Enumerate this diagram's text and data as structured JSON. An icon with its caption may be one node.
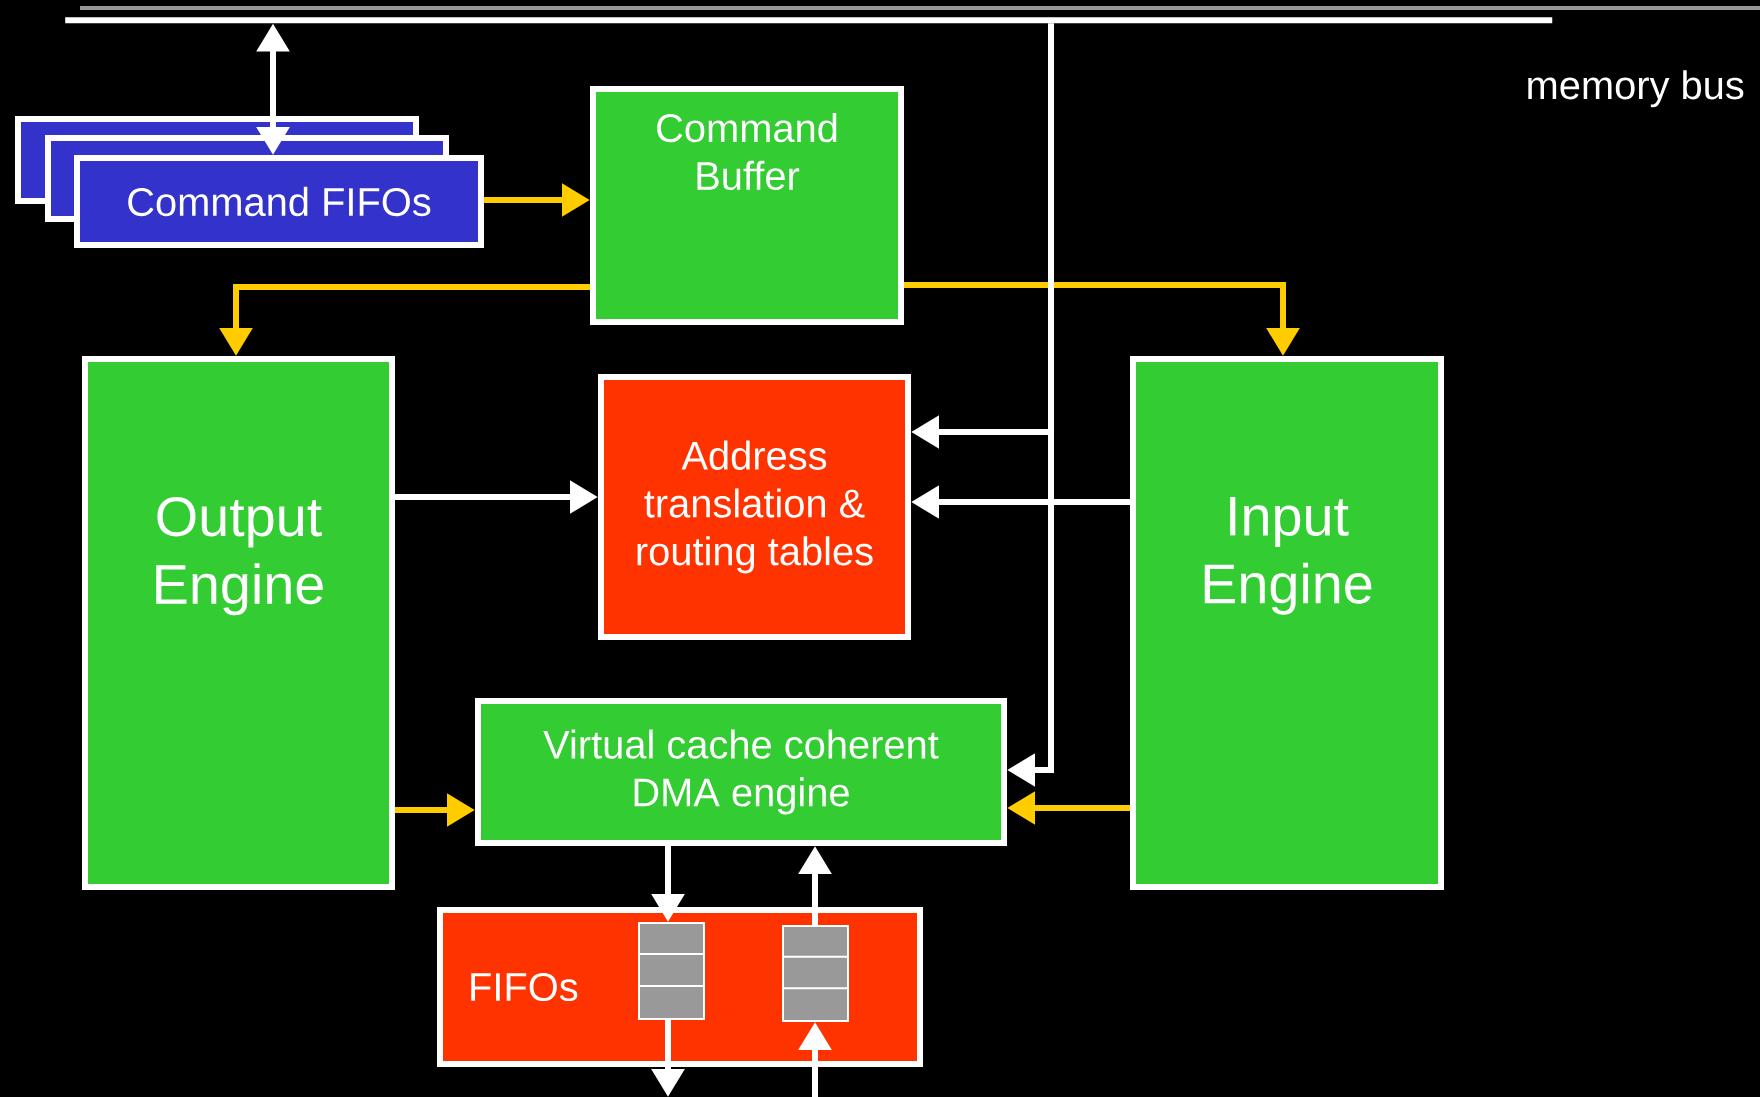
{
  "diagram": {
    "nodes": [
      {
        "text": [],
        "shape": "bar",
        "beside": [
          "memory bus"
        ]
      },
      {
        "text": [
          "Command FIFOs"
        ]
      },
      {
        "text": [
          "Command Buffer"
        ]
      },
      {
        "text": [
          "Output Engine"
        ]
      },
      {
        "text": [
          "Address translation & routing tables"
        ]
      },
      {
        "text": [
          "Input Engine"
        ]
      },
      {
        "text": [
          "Virtual cache coherent DMA engine"
        ]
      },
      {
        "text": [
          "FIFOs"
        ]
      },
      {
        "text": [],
        "shape": "box",
        "in": 7
      },
      {
        "text": [],
        "shape": "box",
        "in": 7
      }
    ],
    "edges": [
      {
        "from": 0,
        "to": 1,
        "arrow": "both"
      },
      {
        "from": 1,
        "to": 2,
        "arrow": "to",
        "color": "#ffcc00"
      },
      {
        "from": 2,
        "to": 3,
        "arrow": "to",
        "color": "#ffcc00"
      },
      {
        "from": 2,
        "to": 5,
        "arrow": "to",
        "color": "#ffcc00"
      },
      {
        "from": 0,
        "to": 4,
        "arrow": "to"
      },
      {
        "from": 0,
        "to": 6,
        "arrow": "to"
      },
      {
        "from": 3,
        "to": 4,
        "arrow": "to"
      },
      {
        "from": 5,
        "to": 4,
        "arrow": "to"
      },
      {
        "from": 3,
        "to": 6,
        "arrow": "to",
        "color": "#ffcc00"
      },
      {
        "from": 5,
        "to": 6,
        "arrow": "to",
        "color": "#ffcc00"
      },
      {
        "from": 6,
        "to": 8,
        "arrow": "to"
      },
      {
        "from": 9,
        "to": 6,
        "arrow": "to"
      },
      {
        "from": 8,
        "to": null,
        "arrow": "to"
      },
      {
        "from": null,
        "to": 9,
        "arrow": "to"
      }
    ]
  }
}
